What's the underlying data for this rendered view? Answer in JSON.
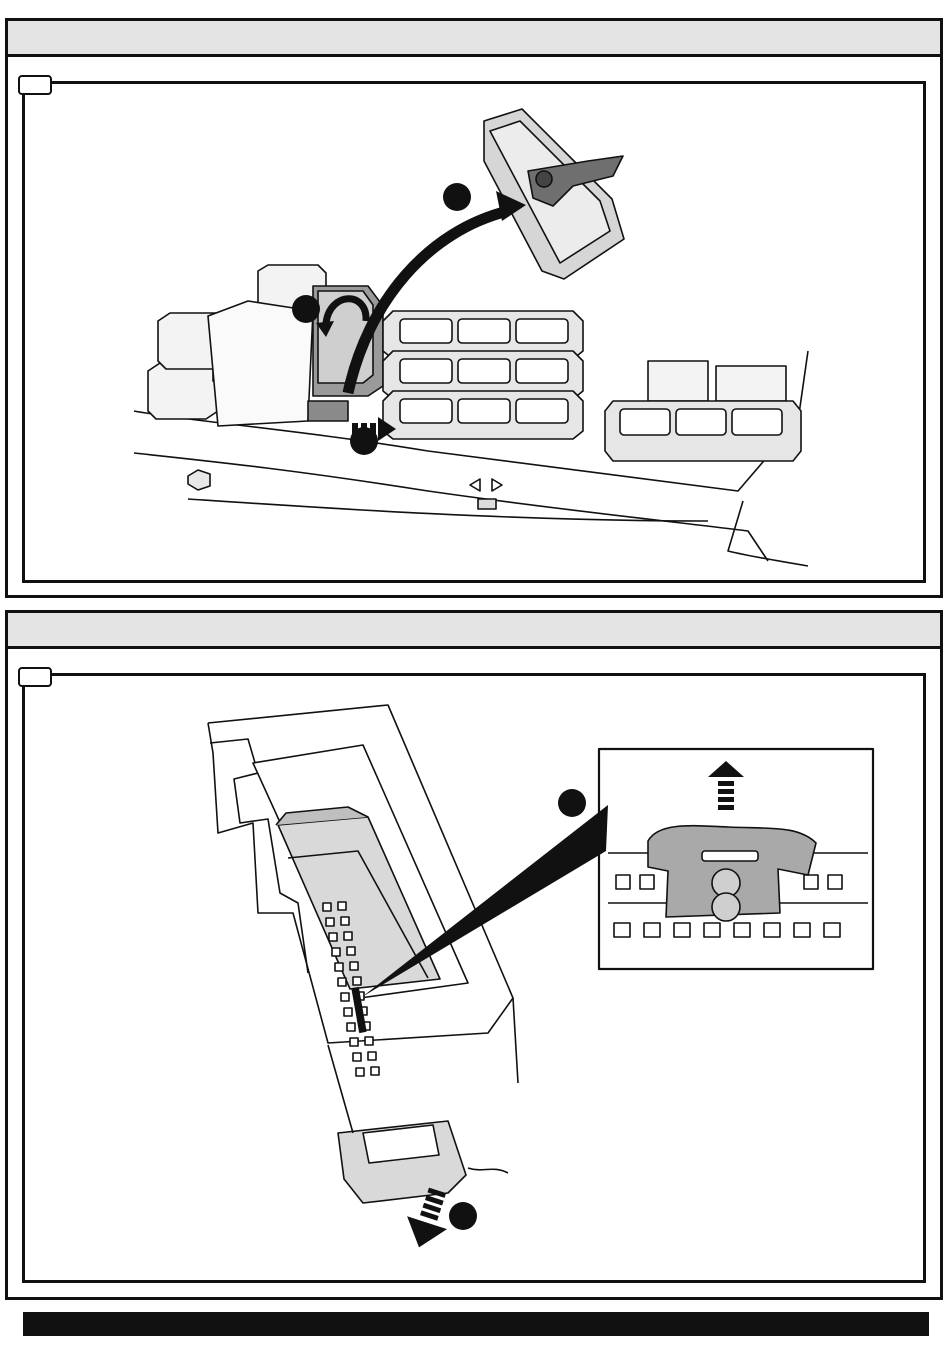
{
  "document": {
    "panels": [
      {
        "id": "panel-1",
        "header_text": "",
        "step_label": "",
        "illustration": "fuse-box-relay-removal",
        "callouts": [
          "",
          "",
          ""
        ]
      },
      {
        "id": "panel-2",
        "header_text": "",
        "step_label": "",
        "illustration": "connector-release-latch",
        "callouts": [
          "",
          ""
        ]
      }
    ],
    "footer_text": ""
  },
  "colors": {
    "line": "#111111",
    "header_bg": "#e4e4e4",
    "component_fill": "#dcdcdc",
    "component_dark": "#8a8a8a",
    "callout_fill": "#111111"
  }
}
